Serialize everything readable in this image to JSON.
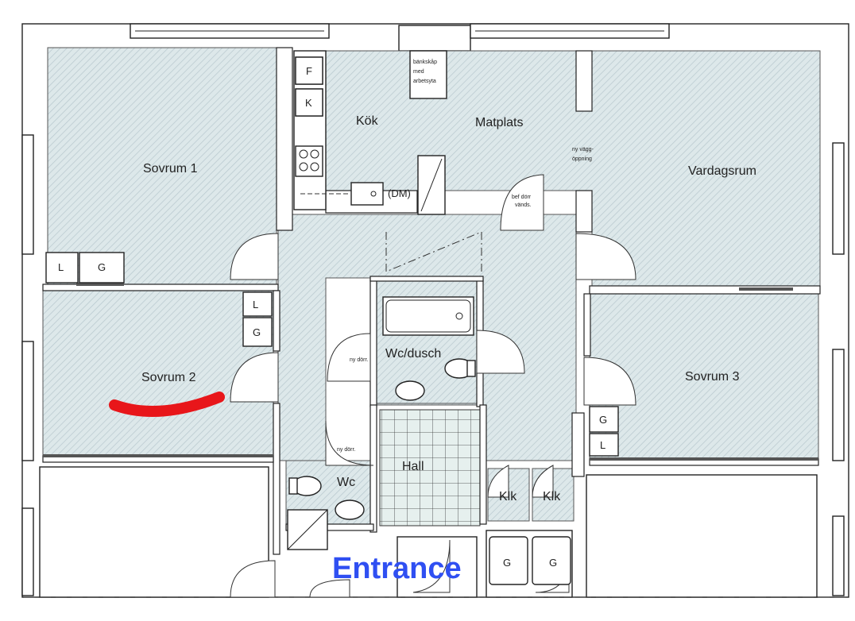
{
  "rooms": {
    "sovrum1": "Sovrum 1",
    "sovrum2": "Sovrum 2",
    "sovrum3": "Sovrum 3",
    "kok": "Kök",
    "matplats": "Matplats",
    "vardagsrum": "Vardagsrum",
    "wc_dusch": "Wc/dusch",
    "wc": "Wc",
    "hall": "Hall",
    "klk_1": "Klk",
    "klk_2": "Klk"
  },
  "notes": {
    "bankskap_line1": "bänkskåp",
    "bankskap_line2": "med",
    "bankskap_line3": "arbetsyta",
    "ny_vagg_line1": "ny vägg-",
    "ny_vagg_line2": "öppning",
    "bef_dorr_line1": "bef dörr",
    "bef_dorr_line2": "vänds.",
    "ny_dorr_dusch": "ny dörr.",
    "ny_dorr_wc": "ny dörr.",
    "dm": "(DM)"
  },
  "storage": {
    "kitchen_f": "F",
    "kitchen_k": "K",
    "s1_l": "L",
    "s1_g": "G",
    "s2_l": "L",
    "s2_g": "G",
    "s3_g": "G",
    "s3_l": "L",
    "entry_g1": "G",
    "entry_g2": "G"
  },
  "annotation": {
    "entrance": "Entrance",
    "marker_color": "#e8161a"
  },
  "colors": {
    "room_fill": "#dde8ea",
    "wall": "#222222",
    "hatch": "#b9c9cf"
  }
}
